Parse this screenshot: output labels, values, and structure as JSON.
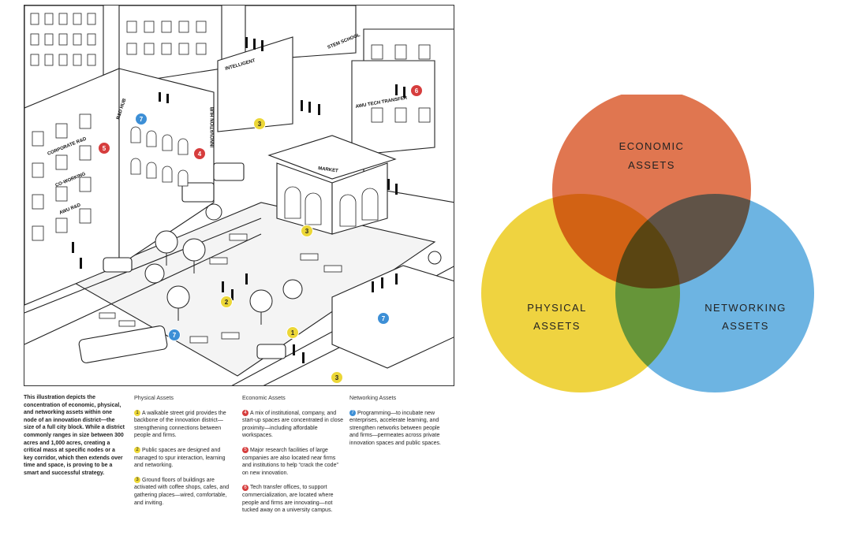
{
  "illustration": {
    "signs": {
      "rd_hub": "R&D HUB",
      "innovation_hub": "INNOVATION HUB",
      "corporate_rd": "CORPORATE R&D",
      "co_working": "CO-WORKING",
      "awu_rd": "AWU R&D",
      "intelligent": "INTELLIGENT",
      "stem_school": "STEM SCHOOL",
      "awu_tech_transfer": "AWU TECH TRANSFER",
      "market": "MARKET"
    },
    "markers": [
      {
        "num": "7",
        "color": "#3d8fd6"
      },
      {
        "num": "3",
        "color": "#ecd737"
      },
      {
        "num": "6",
        "color": "#d63d3d"
      },
      {
        "num": "5",
        "color": "#d63d3d"
      },
      {
        "num": "4",
        "color": "#d63d3d"
      },
      {
        "num": "3",
        "color": "#ecd737"
      },
      {
        "num": "2",
        "color": "#ecd737"
      },
      {
        "num": "1",
        "color": "#ecd737"
      },
      {
        "num": "7",
        "color": "#3d8fd6"
      },
      {
        "num": "7",
        "color": "#3d8fd6"
      },
      {
        "num": "3",
        "color": "#ecd737"
      }
    ]
  },
  "venn": {
    "circles": [
      {
        "label_line1": "ECONOMIC",
        "label_line2": "ASSETS",
        "color": "#d9582a"
      },
      {
        "label_line1": "PHYSICAL",
        "label_line2": "ASSETS",
        "color": "#ebc916"
      },
      {
        "label_line1": "NETWORKING",
        "label_line2": "ASSETS",
        "color": "#4da3dc"
      }
    ]
  },
  "caption": {
    "intro": "This illustration depicts the concentration of economic, physical, and networking assets within one node of an innovation district—the size of a full city block. While a district commonly ranges in size between 300 acres and 1,000 acres, creating a critical mass at specific nodes or a key corridor, which then extends over time and space, is proving to be a smart and successful strategy.",
    "physical": {
      "heading": "Physical Assets",
      "items": [
        {
          "num": "1",
          "text": "A walkable street grid provides the backbone of the innovation district—strengthening connections between people and firms."
        },
        {
          "num": "2",
          "text": "Public spaces are designed and managed to spur interaction, learning and networking."
        },
        {
          "num": "3",
          "text": "Ground floors of buildings are activated with coffee shops, cafes, and gathering places—wired, comfortable, and inviting."
        }
      ]
    },
    "economic": {
      "heading": "Economic Assets",
      "items": [
        {
          "num": "4",
          "text": "A mix of institutional, company, and start-up spaces are concentrated in close proximity—including affordable workspaces."
        },
        {
          "num": "5",
          "text": "Major research facilities of large companies are also located near firms and institutions to help “crack the code” on new innovation."
        },
        {
          "num": "6",
          "text": "Tech transfer offices, to support commercialization, are located where people and firms are innovating—not tucked away on a university campus."
        }
      ]
    },
    "networking": {
      "heading": "Networking Assets",
      "items": [
        {
          "num": "7",
          "text": "Programming—to incubate new enterprises, accelerate learning, and strengthen networks between people and firms—permeates across private innovation spaces and public spaces."
        }
      ]
    }
  }
}
